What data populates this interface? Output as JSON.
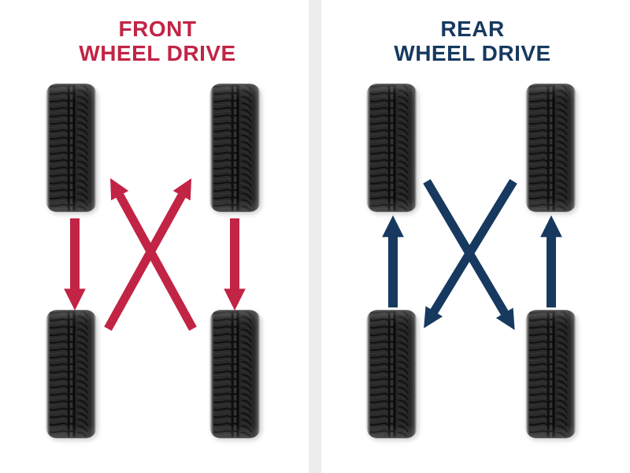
{
  "diagram": {
    "name": "tire-rotation-patterns",
    "background_color": "#ffffff",
    "divider_color": "#ededed",
    "panels": [
      {
        "id": "front-wheel-drive",
        "title_line1": "FRONT",
        "title_line2": "WHEEL DRIVE",
        "accent_color": "#c22445",
        "tires": [
          "front-left",
          "front-right",
          "rear-left",
          "rear-right"
        ],
        "arrows": [
          {
            "from": "front-left",
            "to": "rear-left",
            "path": "straight",
            "direction": "down"
          },
          {
            "from": "front-right",
            "to": "rear-right",
            "path": "straight",
            "direction": "down"
          },
          {
            "from": "rear-right",
            "to": "front-left",
            "path": "cross",
            "direction": "up-left"
          },
          {
            "from": "rear-left",
            "to": "front-right",
            "path": "cross",
            "direction": "up-right"
          }
        ]
      },
      {
        "id": "rear-wheel-drive",
        "title_line1": "REAR",
        "title_line2": "WHEEL DRIVE",
        "accent_color": "#17395f",
        "tires": [
          "front-left",
          "front-right",
          "rear-left",
          "rear-right"
        ],
        "arrows": [
          {
            "from": "rear-left",
            "to": "front-left",
            "path": "straight",
            "direction": "up"
          },
          {
            "from": "rear-right",
            "to": "front-right",
            "path": "straight",
            "direction": "up"
          },
          {
            "from": "front-right",
            "to": "rear-left",
            "path": "cross",
            "direction": "down-left"
          },
          {
            "from": "front-left",
            "to": "rear-right",
            "path": "cross",
            "direction": "down-right"
          }
        ]
      }
    ]
  }
}
